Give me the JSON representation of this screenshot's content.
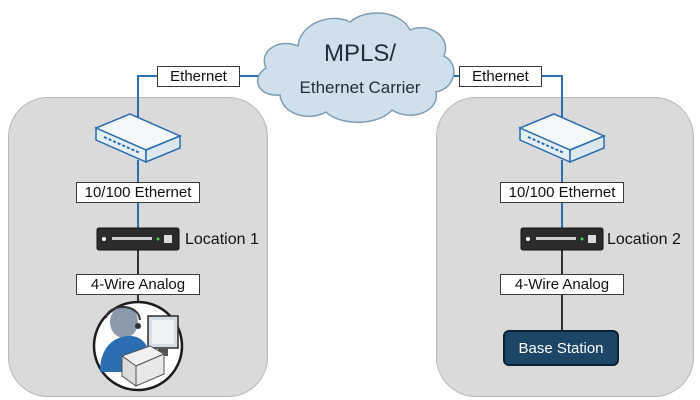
{
  "colors": {
    "link": "#2a6db0",
    "panel": "#dadada",
    "cloud": "#cfe0ec",
    "base_station": "#1d4566"
  },
  "cloud": {
    "line1": "MPLS/",
    "line2": "Ethernet Carrier"
  },
  "left_site": {
    "wan_label": "Ethernet",
    "lan_label": "10/100 Ethernet",
    "device_label": "Location 1",
    "analog_label": "4-Wire Analog",
    "endpoint_icon": "dispatcher-headset-icon"
  },
  "right_site": {
    "wan_label": "Ethernet",
    "lan_label": "10/100 Ethernet",
    "device_label": "Location 2",
    "analog_label": "4-Wire Analog",
    "endpoint_label": "Base Station"
  }
}
